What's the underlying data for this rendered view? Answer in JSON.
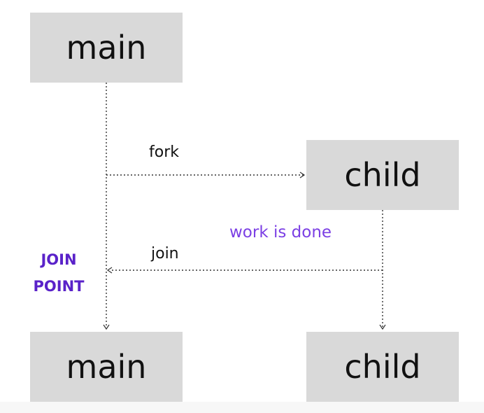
{
  "boxes": {
    "main_top": "main",
    "child_top": "child",
    "main_bottom": "main",
    "child_bottom": "child"
  },
  "labels": {
    "fork": "fork",
    "join": "join",
    "work_done": "work is done",
    "join_point_line1": "JOIN",
    "join_point_line2": "POINT"
  },
  "colors": {
    "box_fill": "#d9d9d9",
    "text": "#111111",
    "work_done": "#7b3fe4",
    "join_point": "#5a22c9"
  }
}
